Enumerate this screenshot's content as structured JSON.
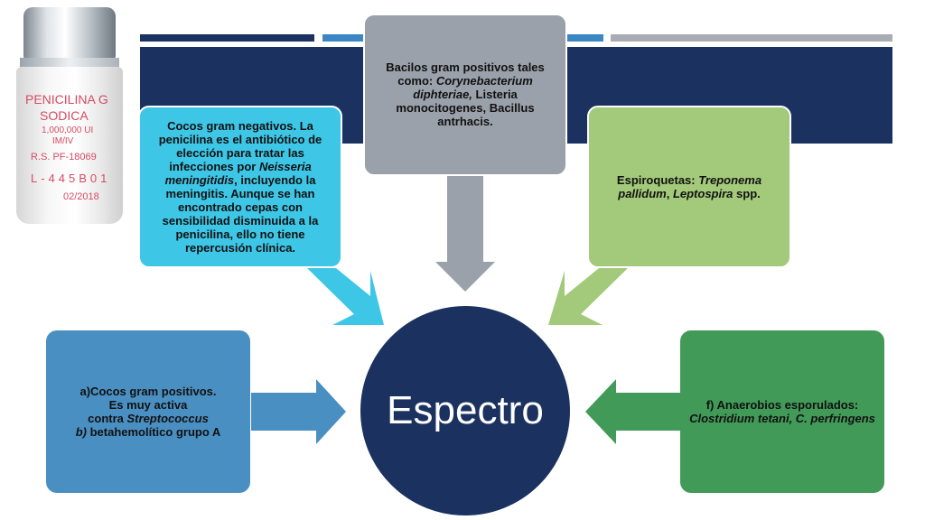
{
  "center": {
    "label": "Espectro"
  },
  "vial": {
    "lines": [
      "PENICILINA G",
      "SODICA",
      "1,000,000 UI",
      "IM/IV",
      "R.S. PF-18069",
      "L-445B01",
      "02/2018"
    ]
  },
  "boxes": {
    "cocos_negativos": {
      "t1": "Cocos gram negativos. La penicilina es el antibiótico de elección para tratar las infecciones por ",
      "t2": "Neisseria meningitidis",
      "t3": ", incluyendo la meningitis. Aunque se han encontrado cepas con sensibilidad disminuida a la penicilina, ello no tiene repercusión clínica."
    },
    "bacilos": {
      "t1": "Bacilos gram positivos tales como: ",
      "t2": "Corynebacterium diphteriae,",
      "t3": " Listeria monocitogenes, Bacillus antrhacis."
    },
    "espiroquetas": {
      "t1": "Espiroquetas: ",
      "t2": "Treponema pallidum",
      "t3": ", ",
      "t4": "Leptospira",
      "t5": " spp."
    },
    "cocos_positivos": {
      "t1": "a)Cocos gram positivos.",
      "t2": "Es muy activa",
      "t3": "contra ",
      "t4": "Streptococcus",
      "t5": "b)",
      "t6": " betahemolítico grupo A"
    },
    "anaerobios": {
      "t1": "f) Anaerobios esporulados: ",
      "t2": "Clostridium tetani, C. perfringens"
    }
  },
  "colors": {
    "navy": "#1b3260",
    "cyan": "#3ec6e6",
    "gray": "#9aa1aa",
    "light_green": "#a3c97a",
    "blue": "#4a8fc2",
    "dark_green": "#419a58"
  }
}
